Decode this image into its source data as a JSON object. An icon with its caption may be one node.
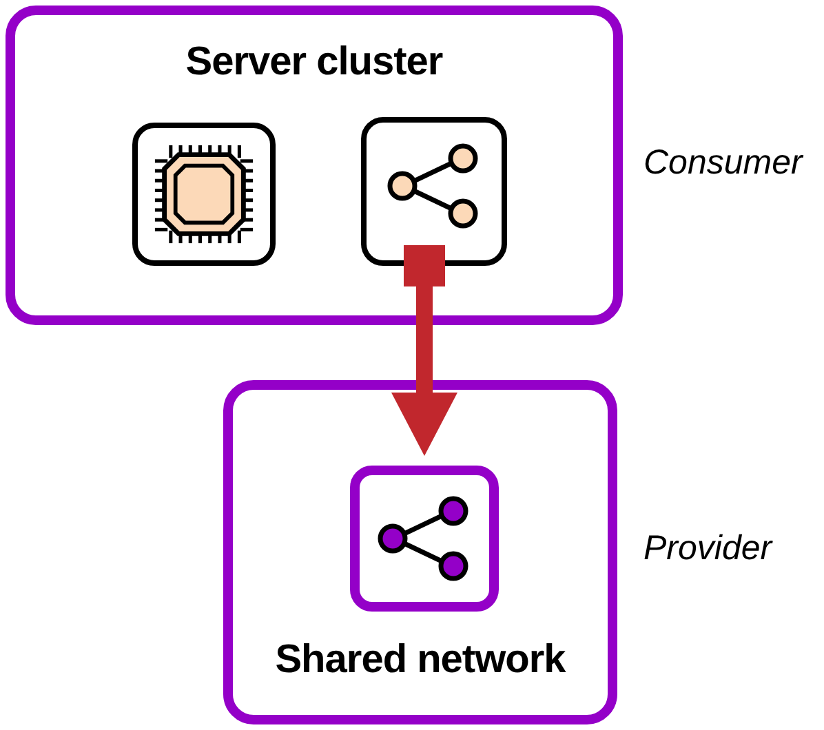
{
  "diagram": {
    "nodes": [
      {
        "text": [
          "Server cluster"
        ],
        "beside": [
          "Consumer"
        ]
      },
      {
        "text": [],
        "shape": "box",
        "in": 0
      },
      {
        "text": [],
        "shape": "box",
        "in": 0
      },
      {
        "text": [
          "Shared network"
        ],
        "beside": [
          "Provider"
        ]
      },
      {
        "text": [],
        "shape": "box",
        "in": 3
      }
    ],
    "edges": [
      {
        "from": 2,
        "to": 4,
        "arrow": "to",
        "color": "#c1272d"
      }
    ]
  }
}
